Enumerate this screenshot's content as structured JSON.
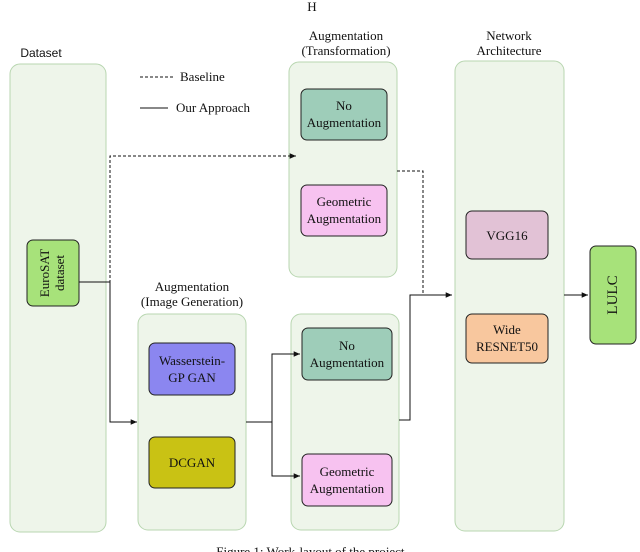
{
  "header_letter": "H",
  "figure_caption": "Figure 1: Work-layout of the project.",
  "legend": {
    "baseline": "Baseline",
    "our_approach": "Our Approach"
  },
  "columns": {
    "dataset": "Dataset",
    "aug_transform": [
      "Augmentation",
      "(Transformation)"
    ],
    "aug_generation": [
      "Augmentation",
      "(Image Generation)"
    ],
    "network": [
      "Network",
      "Architecture"
    ]
  },
  "nodes": {
    "eurosat": [
      "EuroSAT",
      "dataset"
    ],
    "top_no_aug": [
      "No",
      "Augmentation"
    ],
    "top_geo_aug": [
      "Geometric",
      "Augmentation"
    ],
    "wgan": [
      "Wasserstein-",
      "GP GAN"
    ],
    "dcgan": "DCGAN",
    "bot_no_aug": [
      "No",
      "Augmentation"
    ],
    "bot_geo_aug": [
      "Geometric",
      "Augmentation"
    ],
    "vgg16": "VGG16",
    "wide_resnet": [
      "Wide",
      "RESNET50"
    ],
    "lulc": "LULC"
  },
  "colors": {
    "eurosat": "#a7e27a",
    "no_aug": "#9ecdb9",
    "geo_aug": "#f7c2f0",
    "wgan": "#8b86f0",
    "dcgan": "#c9c214",
    "vgg16": "#e2c2d6",
    "wide_resnet": "#f8c79e",
    "lulc": "#a7e27a",
    "panel": "#eef5ea"
  }
}
